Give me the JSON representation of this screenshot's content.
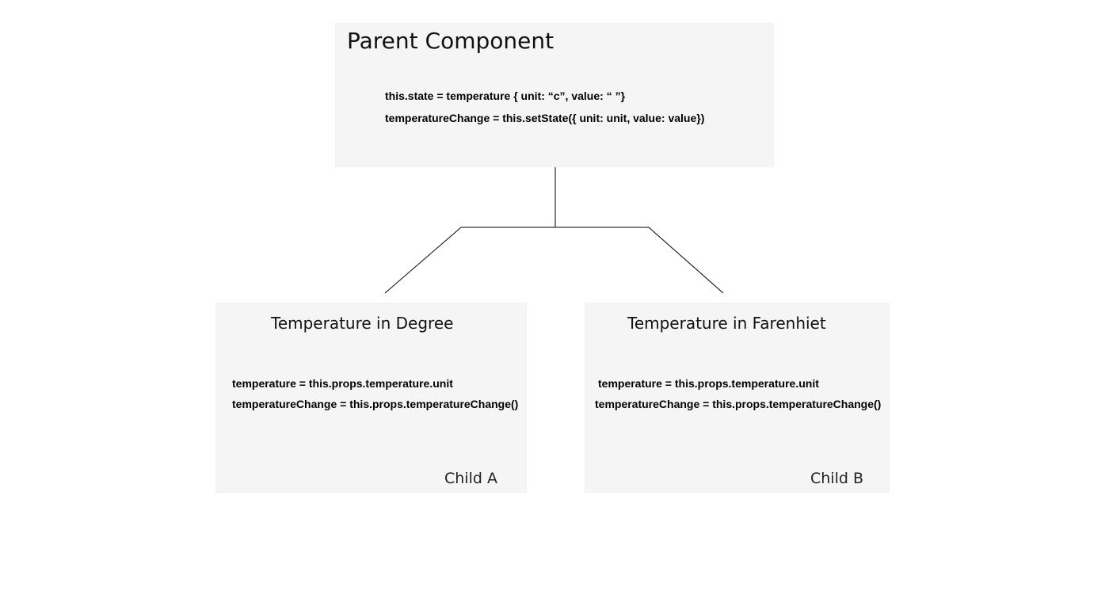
{
  "parent": {
    "title": "Parent Component",
    "state_line": "this.state = temperature { unit: “c”, value: “ ”}",
    "change_line": "temperatureChange = this.setState({ unit: unit, value: value})"
  },
  "child_a": {
    "title": "Temperature in Degree",
    "temperature_line": "temperature = this.props.temperature.unit",
    "change_line": "temperatureChange = this.props.temperatureChange()",
    "label": "Child A"
  },
  "child_b": {
    "title": "Temperature in Farenhiet",
    "temperature_line": "temperature = this.props.temperature.unit",
    "change_line": "temperatureChange = this.props.temperatureChange()",
    "label": "Child B"
  },
  "colors": {
    "box_fill": "#f5f5f5",
    "line": "#000000"
  }
}
